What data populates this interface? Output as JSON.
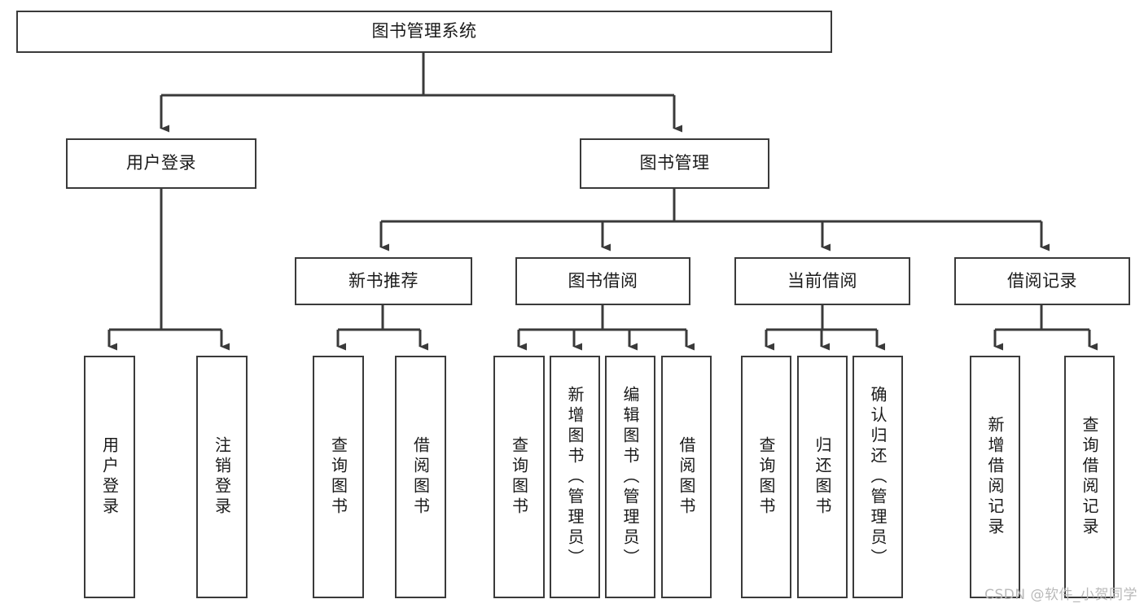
{
  "diagram": {
    "title": "图书管理系统",
    "kind": "功能结构图",
    "colors": {
      "box_border": "#3a3a3a",
      "box_fill": "#ffffff",
      "edge": "#3a3a3a",
      "text": "#1a1a1a",
      "watermark": "#b9b9b9",
      "canvas": "#ffffff"
    },
    "root": {
      "label": "图书管理系统"
    },
    "level2": [
      {
        "id": "user-login",
        "label": "用户登录"
      },
      {
        "id": "book-management",
        "label": "图书管理"
      }
    ],
    "level3": [
      {
        "id": "new-book-recommend",
        "label": "新书推荐"
      },
      {
        "id": "book-borrow",
        "label": "图书借阅"
      },
      {
        "id": "current-borrow",
        "label": "当前借阅"
      },
      {
        "id": "borrow-record",
        "label": "借阅记录"
      }
    ],
    "leaves": {
      "user_login": [
        {
          "id": "leaf-user-login",
          "label": "用户登录"
        },
        {
          "id": "leaf-logout-login",
          "label": "注销登录"
        }
      ],
      "new_book_recommend": [
        {
          "id": "leaf-query-book-1",
          "label": "查询图书"
        },
        {
          "id": "leaf-borrow-book-1",
          "label": "借阅图书"
        }
      ],
      "book_borrow": [
        {
          "id": "leaf-query-book-2",
          "label": "查询图书"
        },
        {
          "id": "leaf-add-book",
          "label": "新增图书（管理员）"
        },
        {
          "id": "leaf-edit-book",
          "label": "编辑图书（管理员）"
        },
        {
          "id": "leaf-borrow-book-2",
          "label": "借阅图书"
        }
      ],
      "current_borrow": [
        {
          "id": "leaf-query-book-3",
          "label": "查询图书"
        },
        {
          "id": "leaf-return-book",
          "label": "归还图书"
        },
        {
          "id": "leaf-confirm-return",
          "label": "确认归还（管理员）"
        }
      ],
      "borrow_record": [
        {
          "id": "leaf-add-record",
          "label": "新增借阅记录"
        },
        {
          "id": "leaf-query-record",
          "label": "查询借阅记录"
        }
      ]
    },
    "watermark": "CSDN @软件_小贺同学"
  }
}
